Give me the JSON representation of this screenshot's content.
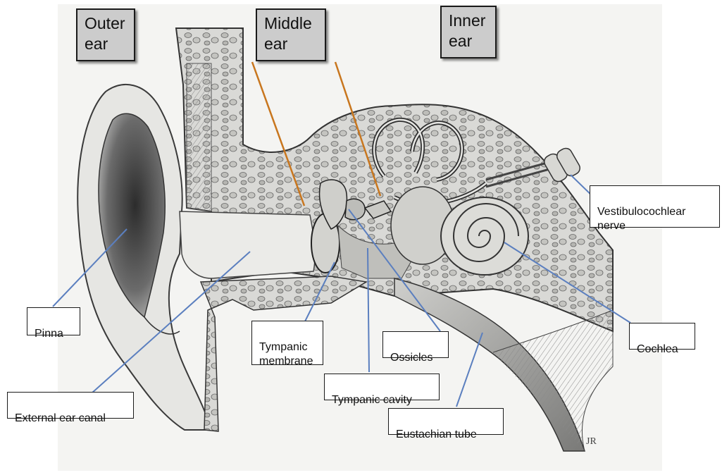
{
  "regions": {
    "outer": "Outer\near",
    "middle": "Middle\near",
    "inner": "Inner\near"
  },
  "labels": {
    "pinna": "Pinna",
    "external_ear_canal": "External ear canal",
    "tympanic_membrane": "Tympanic\nmembrane",
    "ossicles": "Ossicles",
    "tympanic_cavity": "Tympanic cavity",
    "eustachian_tube": "Eustachian tube",
    "cochlea": "Cochlea",
    "vestibulocochlear_nerve": "Vestibulocochlear\nnerve"
  },
  "colors": {
    "leader_blue": "#5b7fbf",
    "divider_orange": "#c8761e",
    "region_box": "#cccccc",
    "paper": "#f4f4f2",
    "pencil": "#3a3a3a"
  }
}
